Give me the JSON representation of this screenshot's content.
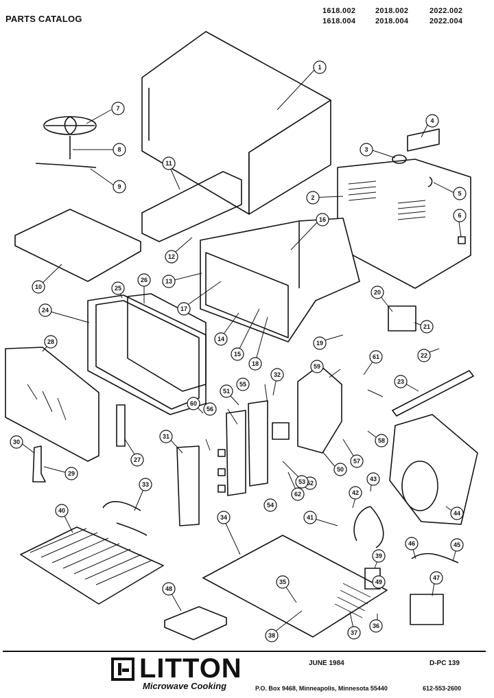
{
  "header": {
    "title": "PARTS CATALOG",
    "models_row1": [
      "1618.002",
      "2018.002",
      "2022.002"
    ],
    "models_row2": [
      "1618.004",
      "2018.004",
      "2022.004"
    ]
  },
  "callouts": [
    "1",
    "2",
    "3",
    "4",
    "5",
    "6",
    "7",
    "8",
    "9",
    "10",
    "11",
    "12",
    "13",
    "14",
    "15",
    "16",
    "17",
    "18",
    "19",
    "20",
    "21",
    "22",
    "23",
    "24",
    "25",
    "26",
    "27",
    "28",
    "29",
    "30",
    "31",
    "32",
    "33",
    "34",
    "35",
    "36",
    "37",
    "38",
    "39",
    "40",
    "41",
    "42",
    "43",
    "44",
    "45",
    "46",
    "47",
    "48",
    "49",
    "50",
    "51",
    "52",
    "53",
    "54",
    "55",
    "56",
    "57",
    "58",
    "59",
    "60",
    "61",
    "62"
  ],
  "footer": {
    "brand": "LITTON",
    "brand_sub": "Microwave Cooking",
    "date": "JUNE 1984",
    "code": "D-PC 139",
    "address": "P.O. Box 9468, Minneapolis, Minnesota 55440",
    "phone": "612-553-2600"
  }
}
